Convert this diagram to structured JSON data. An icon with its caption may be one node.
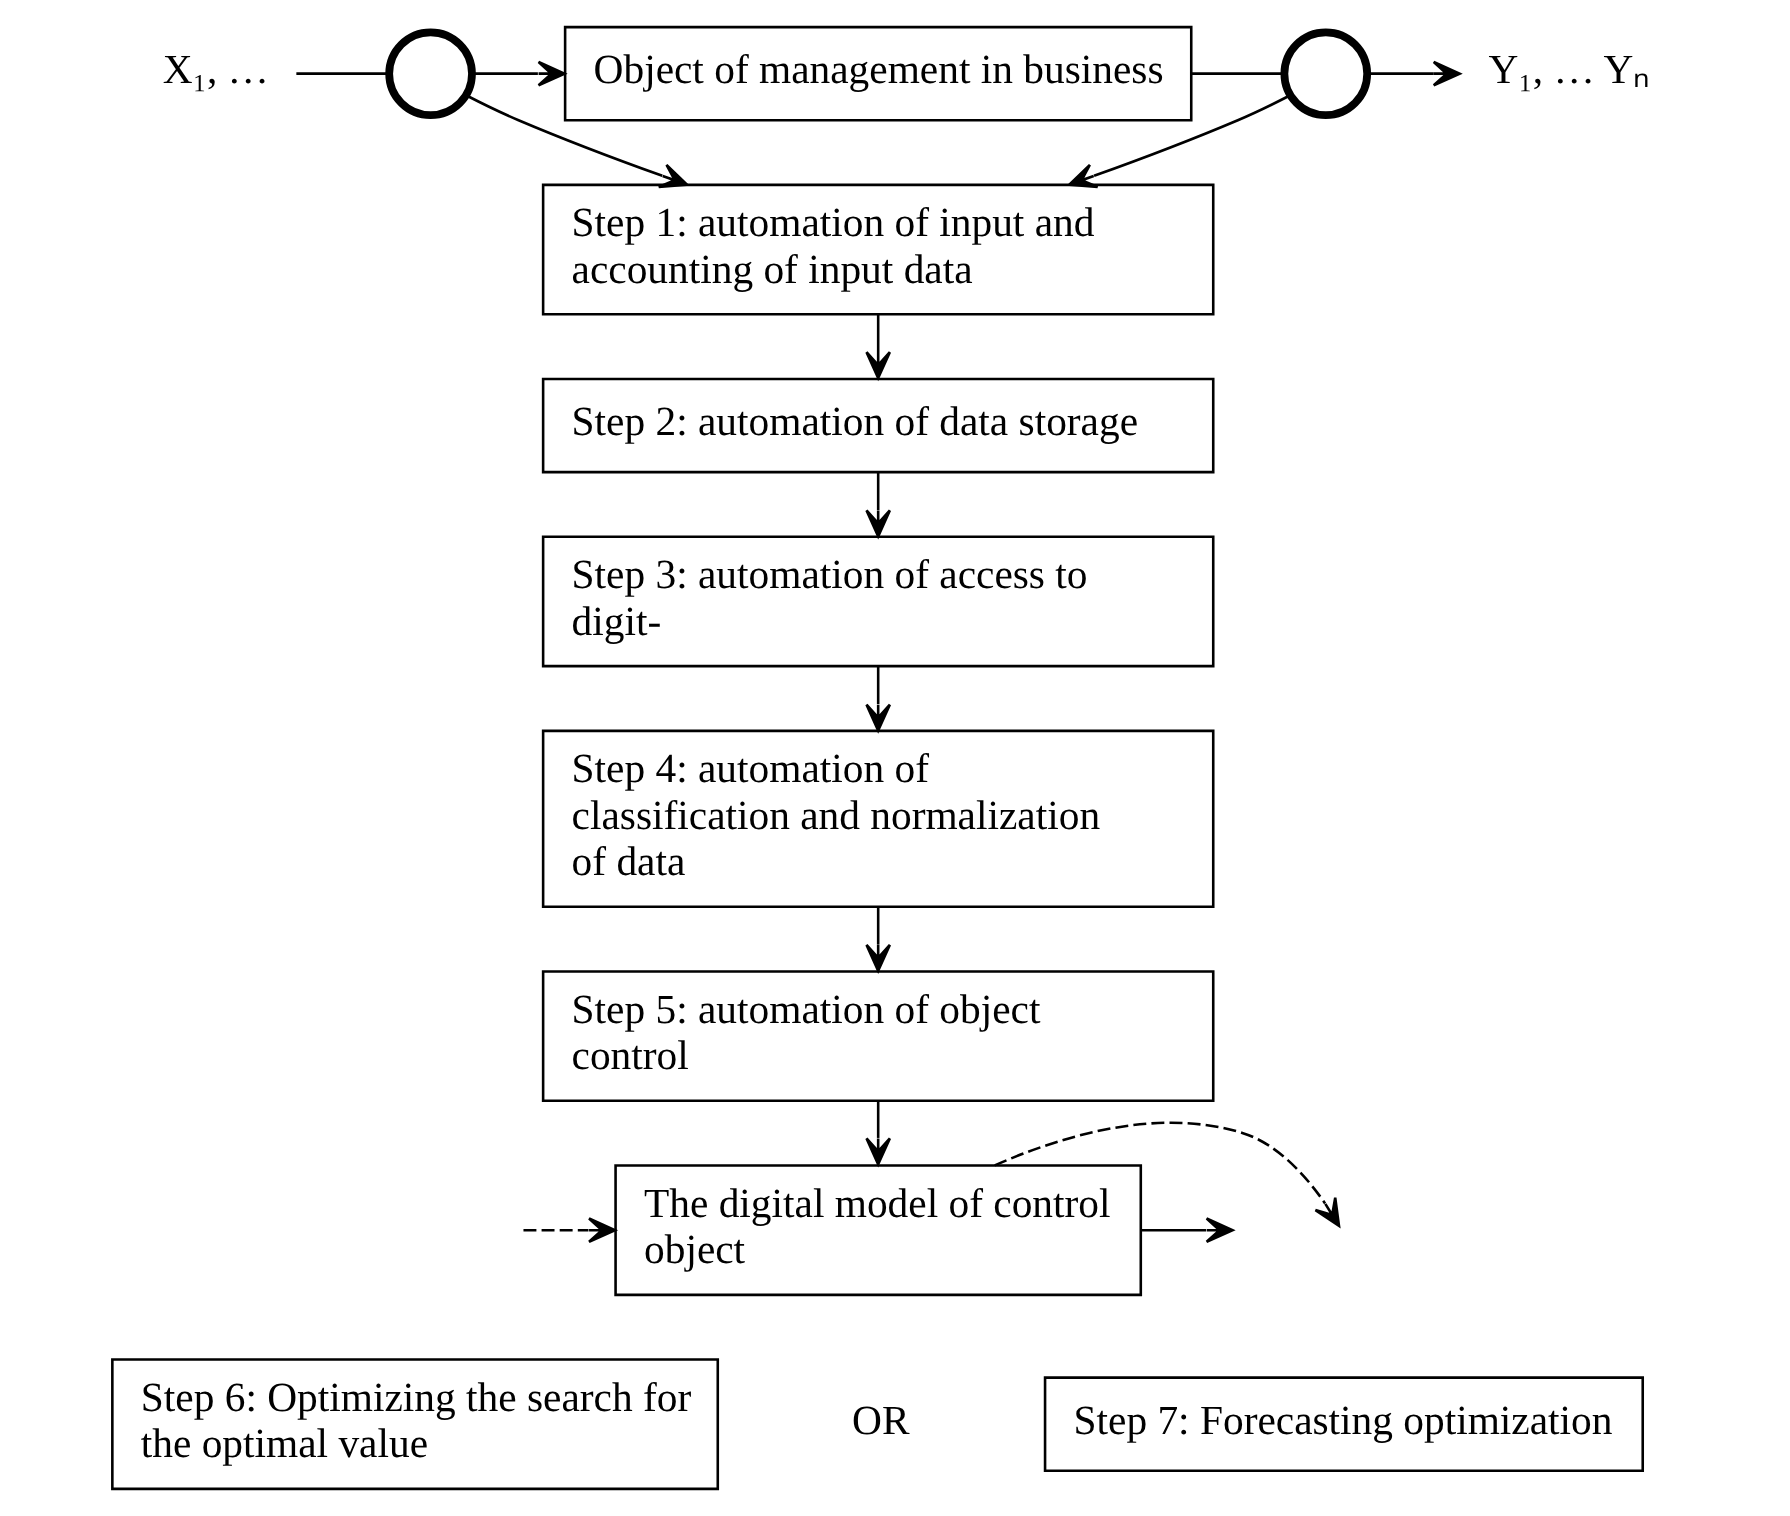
{
  "diagram": {
    "nodes": [
      {
        "text": [
          "X₁, …"
        ]
      },
      {
        "text": [],
        "shape": "circle"
      },
      {
        "text": [
          "Object of management in business"
        ]
      },
      {
        "text": [],
        "shape": "circle"
      },
      {
        "text": [
          "Y₁, … Yₙ"
        ]
      },
      {
        "text": [
          "Step 1: automation of input and accounting of input data"
        ]
      },
      {
        "text": [
          "Step 2: automation of data storage"
        ]
      },
      {
        "text": [
          "Step 3: automation of access to digit-"
        ]
      },
      {
        "text": [
          "Step 4: automation of classification and normalization of data"
        ]
      },
      {
        "text": [
          "Step 5: automation of object control"
        ]
      },
      {
        "text": [
          "The digital model of control object"
        ]
      },
      {
        "text": [
          "Step 6: Optimizing the search for the optimal value"
        ]
      },
      {
        "text": [
          "Step 7: Forecasting optimization"
        ]
      }
    ],
    "edges": [
      {
        "from": 0,
        "to": 1,
        "arrow": "none"
      },
      {
        "from": 1,
        "to": 2,
        "arrow": "to"
      },
      {
        "from": 2,
        "to": 3,
        "arrow": "none"
      },
      {
        "from": 3,
        "to": 4,
        "arrow": "to"
      },
      {
        "from": 1,
        "to": 5,
        "arrow": "to"
      },
      {
        "from": 3,
        "to": 5,
        "arrow": "to"
      },
      {
        "from": 5,
        "to": 6,
        "arrow": "to"
      },
      {
        "from": 6,
        "to": 7,
        "arrow": "to"
      },
      {
        "from": 7,
        "to": 8,
        "arrow": "to"
      },
      {
        "from": 8,
        "to": 9,
        "arrow": "to"
      },
      {
        "from": 9,
        "to": 10,
        "arrow": "to"
      },
      {
        "from": 10,
        "to": null,
        "arrow": "to",
        "style": "dashed"
      },
      {
        "from": 10,
        "to": null,
        "arrow": "to"
      },
      {
        "from": null,
        "to": 10,
        "arrow": "to",
        "style": "dashed"
      }
    ],
    "labels": [
      "OR"
    ]
  }
}
